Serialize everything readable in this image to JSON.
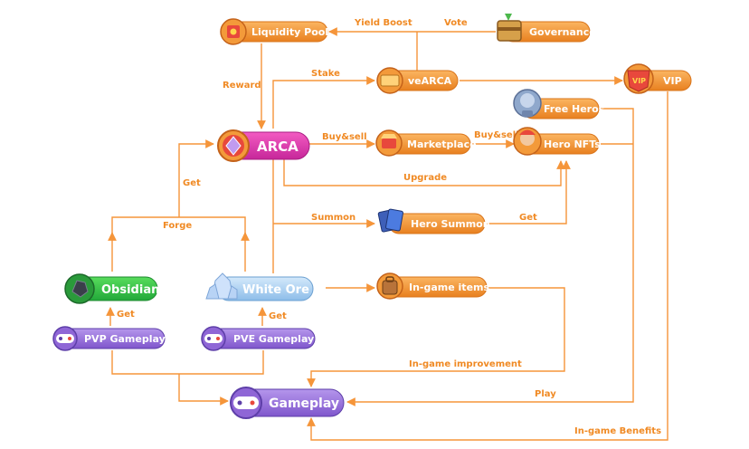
{
  "colors": {
    "orange": "#f7a24a",
    "orange_dark": "#e67e1c",
    "pink": "#e63fae",
    "green": "#37c64a",
    "blue": "#9cc9f3",
    "purple": "#9a72dc",
    "line": "#f5953a"
  },
  "nodes": {
    "liquidity_pool": {
      "label": "Liquidity Pool",
      "icon": "coin-machine-icon"
    },
    "governance": {
      "label": "Governance",
      "icon": "treasure-chest-icon"
    },
    "vearca": {
      "label": "veARCA",
      "icon": "ticket-icon"
    },
    "vip": {
      "label": "VIP",
      "icon": "vip-badge-icon"
    },
    "free_heros": {
      "label": "Free Heros",
      "icon": "ghost-hero-icon"
    },
    "hero_nfts": {
      "label": "Hero NFTs",
      "icon": "hero-avatar-icon"
    },
    "arca": {
      "label": "ARCA",
      "icon": "gem-coin-icon"
    },
    "marketplace": {
      "label": "Marketplace",
      "icon": "shop-icon"
    },
    "hero_summon": {
      "label": "Hero Summon",
      "icon": "cards-icon"
    },
    "obsidian": {
      "label": "Obsidian",
      "icon": "dark-stone-icon"
    },
    "white_ore": {
      "label": "White Ore",
      "icon": "crystal-icon"
    },
    "ingame_items": {
      "label": "In-game items",
      "icon": "backpack-icon"
    },
    "pvp_gameplay": {
      "label": "PVP Gameplay",
      "icon": "gamepad-icon"
    },
    "pve_gameplay": {
      "label": "PVE Gameplay",
      "icon": "gamepad-icon"
    },
    "gameplay": {
      "label": "Gameplay",
      "icon": "gamepad-icon"
    }
  },
  "edges": {
    "yield_boost": "Yield Boost",
    "vote": "Vote",
    "reward": "Reward",
    "stake": "Stake",
    "buy_sell_1": "Buy&sell",
    "buy_sell_2": "Buy&sell",
    "upgrade": "Upgrade",
    "get_arca": "Get",
    "forge": "Forge",
    "summon": "Summon",
    "get_hero": "Get",
    "get_obsidian": "Get",
    "get_white_ore": "Get",
    "ingame_improvement": "In-game improvement",
    "play": "Play",
    "ingame_benefits": "In-game Benefits"
  }
}
